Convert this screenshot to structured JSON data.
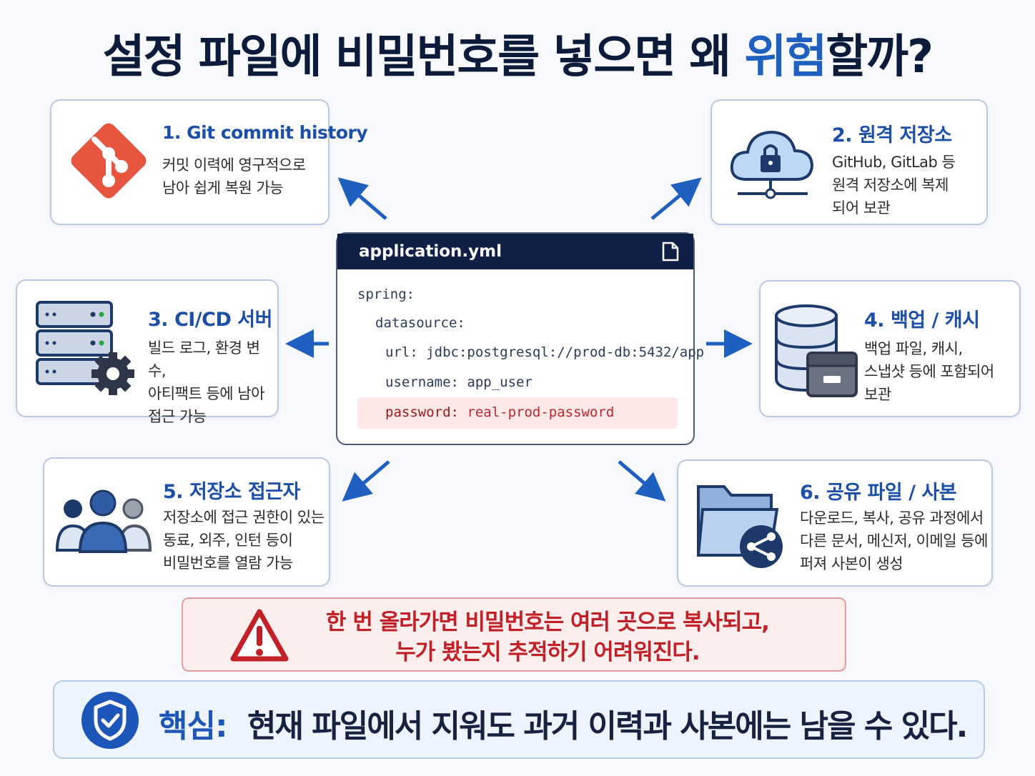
{
  "title_main": "설정 파일에 비밀번호를 넣으면 왜 ",
  "title_highlight": "위험",
  "title_end": "할까?",
  "code": {
    "filename": "application.yml",
    "lines": [
      "spring:",
      "datasource:",
      "url: jdbc:postgresql://prod-db:5432/app",
      "username: app_user"
    ],
    "password_key": "password:",
    "password_value": " real-prod-password"
  },
  "cards": [
    {
      "title": "1. Git commit history",
      "desc": "커밋 이력에 영구적으로\n남아 쉽게 복원 가능",
      "icon": "git-icon"
    },
    {
      "title": "2. 원격 저장소",
      "desc": "GitHub, GitLab 등\n원격 저장소에 복제\n되어 보관",
      "icon": "cloud-lock-icon"
    },
    {
      "title": "3. CI/CD 서버",
      "desc": "빌드 로그, 환경 변수,\n아티팩트 등에 남아\n접근 가능",
      "icon": "server-gear-icon"
    },
    {
      "title": "4. 백업 / 캐시",
      "desc": "백업 파일, 캐시,\n스냅샷 등에 포함되어\n보관",
      "icon": "database-archive-icon"
    },
    {
      "title": "5. 저장소 접근자",
      "desc": "저장소에 접근 권한이 있는\n동료, 외주, 인턴 등이\n비밀번호를 열람 가능",
      "icon": "users-icon"
    },
    {
      "title": "6. 공유 파일 / 사본",
      "desc": "다운로드, 복사, 공유 과정에서\n다른 문서, 메신저, 이메일 등에\n퍼져 사본이 생성",
      "icon": "folder-share-icon"
    }
  ],
  "warning": "한 번 올라가면 비밀번호는 여러 곳으로 복사되고,\n누가 봤는지 추적하기 어려워진다.",
  "key_label": "핵심:",
  "key_message": "현재 파일에서 지워도 과거 이력과 사본에는 남을 수 있다.",
  "colors": {
    "accent": "#1f5fbf",
    "danger": "#c21f26",
    "navy": "#0f1f45",
    "git": "#e8553f"
  }
}
